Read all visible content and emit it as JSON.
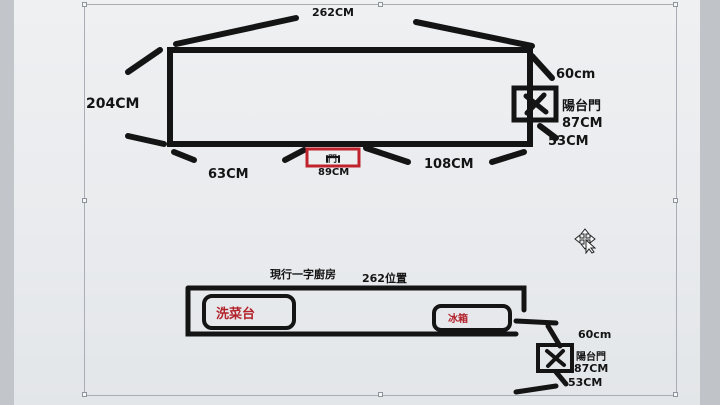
{
  "floor_plan": {
    "top_length": "262CM",
    "left_height": "204CM",
    "right_upper": "60cm",
    "balcony_door": "陽台門",
    "balcony_door_size": "87CM",
    "right_lower": "53CM",
    "bottom_left": "63CM",
    "door_label": "門",
    "door_width": "89CM",
    "bottom_right": "108CM"
  },
  "kitchen_plan": {
    "title": "現行一字廚房",
    "position_note": "262位置",
    "sink_label": "洗菜台",
    "fridge_label": "冰箱",
    "right_upper": "60cm",
    "balcony_door": "陽台門",
    "balcony_door_size": "87CM",
    "right_lower": "53CM"
  },
  "icons": {
    "door_mark": "x-door-icon",
    "cursor": "move-cursor-icon"
  },
  "colors": {
    "page": "#eceef0",
    "ink": "#141414",
    "red": "#c0232b",
    "frame": "#a9aeb4"
  }
}
